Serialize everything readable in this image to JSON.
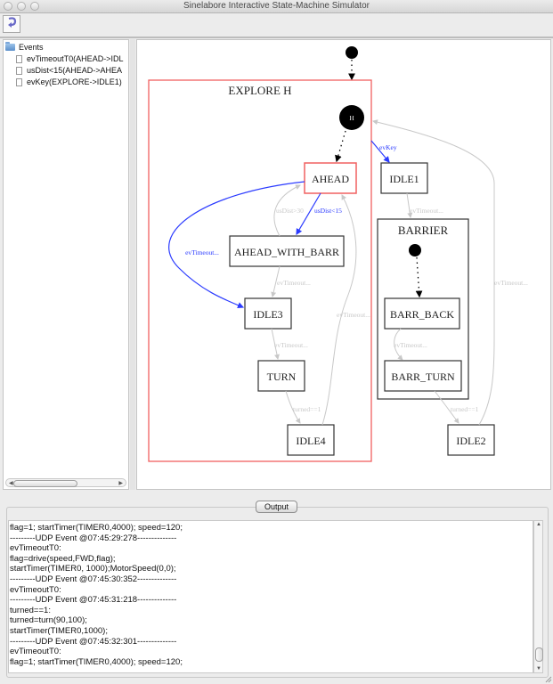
{
  "window": {
    "title": "Sinelabore Interactive State-Machine Simulator",
    "buttons": [
      "close",
      "minimize",
      "zoom"
    ]
  },
  "toolbar": {
    "reload_icon": "reload-icon"
  },
  "event_tree": {
    "root_label": "Events",
    "items": [
      {
        "label": "evTimeoutT0(AHEAD->IDL"
      },
      {
        "label": "usDist<15(AHEAD->AHEA"
      },
      {
        "label": "evKey(EXPLORE->IDLE1)"
      }
    ]
  },
  "diagram": {
    "colors": {
      "active": "#f06060",
      "fired": "#2b3bff",
      "inactive": "#c8c8c8",
      "state_border": "#333333"
    },
    "composite_states": [
      {
        "id": "explore",
        "label": "EXPLORE H",
        "active": true
      },
      {
        "id": "barrier",
        "label": "BARRIER",
        "active": false
      }
    ],
    "history_label": "H",
    "states": [
      {
        "id": "ahead",
        "label": "AHEAD",
        "active": true
      },
      {
        "id": "ahead_with_barr",
        "label": "AHEAD_WITH_BARR",
        "active": false
      },
      {
        "id": "idle3",
        "label": "IDLE3",
        "active": false
      },
      {
        "id": "turn",
        "label": "TURN",
        "active": false
      },
      {
        "id": "idle4",
        "label": "IDLE4",
        "active": false
      },
      {
        "id": "idle1",
        "label": "IDLE1",
        "active": false
      },
      {
        "id": "barr_back",
        "label": "BARR_BACK",
        "active": false
      },
      {
        "id": "barr_turn",
        "label": "BARR_TURN",
        "active": false
      },
      {
        "id": "idle2",
        "label": "IDLE2",
        "active": false
      }
    ],
    "transitions": [
      {
        "from": "ahead",
        "to": "idle3",
        "label": "evTimeout...",
        "fired": true
      },
      {
        "from": "ahead",
        "to": "ahead_with_barr",
        "label": "usDist<15",
        "fired": true
      },
      {
        "from": "ahead_with_barr",
        "to": "ahead",
        "label": "usDist>30",
        "fired": false
      },
      {
        "from": "ahead_with_barr",
        "to": "idle3",
        "label": "evTimeout...",
        "fired": false
      },
      {
        "from": "idle3",
        "to": "turn",
        "label": "evTimeout...",
        "fired": false
      },
      {
        "from": "turn",
        "to": "idle4",
        "label": "turned==1",
        "fired": false
      },
      {
        "from": "idle4",
        "to": "ahead",
        "label": "evTimeout...",
        "fired": false
      },
      {
        "from": "explore",
        "to": "idle1",
        "label": "evKey",
        "fired": true
      },
      {
        "from": "idle1",
        "to": "barrier",
        "label": "evTimeout...",
        "fired": false
      },
      {
        "from": "barr_back",
        "to": "barr_turn",
        "label": "evTimeout...",
        "fired": false
      },
      {
        "from": "barr_turn",
        "to": "idle2",
        "label": "turned==1",
        "fired": false
      },
      {
        "from": "idle2",
        "to": "explore",
        "label": "evTimeout...",
        "fired": false
      }
    ]
  },
  "output": {
    "button_label": "Output",
    "lines": [
      "flag=1; startTimer(TIMER0,4000); speed=120;",
      "---------UDP Event @07:45:29:278--------------",
      "evTimeoutT0:",
      "flag=drive(speed,FWD,flag);",
      "startTimer(TIMER0, 1000);MotorSpeed(0,0);",
      "---------UDP Event @07:45:30:352--------------",
      "evTimeoutT0:",
      "---------UDP Event @07:45:31:218--------------",
      "turned==1:",
      "turned=turn(90,100);",
      "startTimer(TIMER0,1000);",
      "---------UDP Event @07:45:32:301--------------",
      "evTimeoutT0:",
      "flag=1; startTimer(TIMER0,4000); speed=120;"
    ]
  }
}
